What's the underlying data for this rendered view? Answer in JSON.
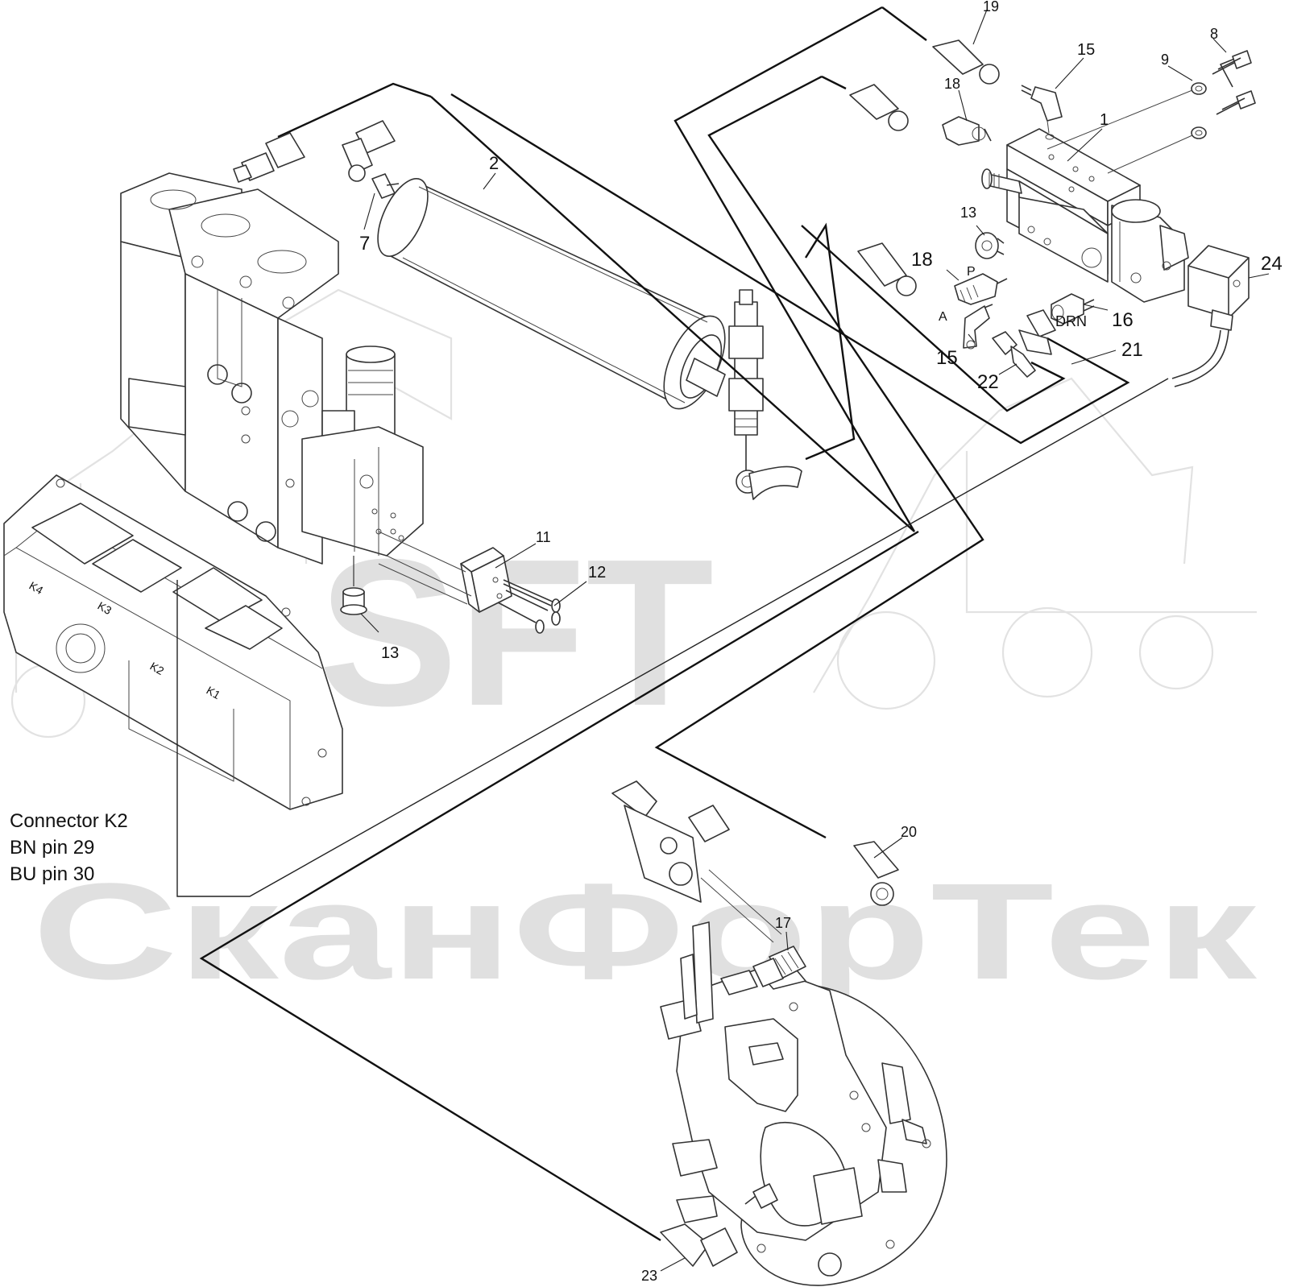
{
  "watermark": {
    "brand_mark": "SFT",
    "brand_text": "СканФорТек",
    "color": "#e0e0e0"
  },
  "connector_note": {
    "line1": "Connector K2",
    "line2": "BN pin 29",
    "line3": "BU pin 30"
  },
  "port_labels": {
    "p": "P",
    "a": "A",
    "drn": "DRN"
  },
  "ecu_labels": {
    "k1": "K1",
    "k2": "K2",
    "k3": "K3",
    "k4": "K4"
  },
  "callouts": {
    "c1": "1",
    "c2": "2",
    "c7": "7",
    "c8": "8",
    "c9": "9",
    "c11": "11",
    "c12": "12",
    "c13a": "13",
    "c13b": "13",
    "c15a": "15",
    "c15b": "15",
    "c16": "16",
    "c17": "17",
    "c18a": "18",
    "c18b": "18",
    "c19": "19",
    "c20": "20",
    "c21": "21",
    "c22": "22",
    "c23": "23",
    "c24": "24"
  }
}
